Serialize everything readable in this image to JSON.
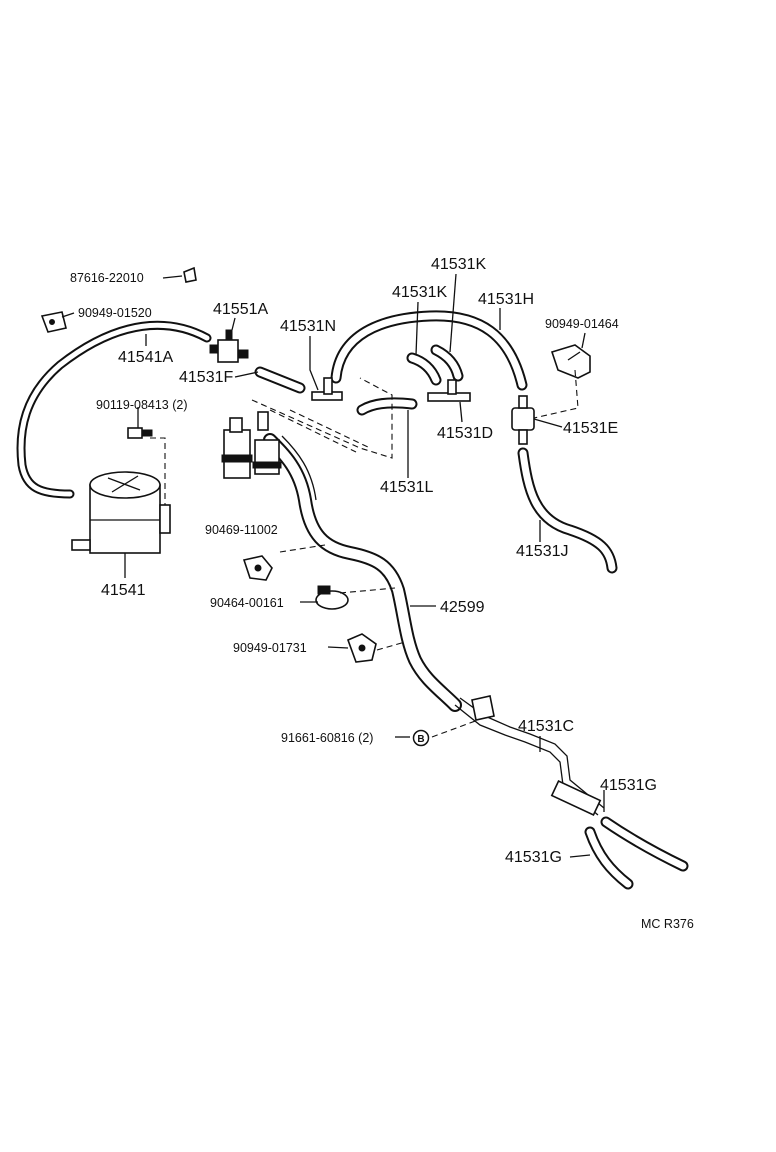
{
  "diagram": {
    "labels": {
      "p87616_22010": "87616-22010",
      "p90949_01520": "90949-01520",
      "p41541A": "41541A",
      "p41551A": "41551A",
      "p41531N": "41531N",
      "p41531F": "41531F",
      "p41531K_top": "41531K",
      "p41531K_mid": "41531K",
      "p41531H": "41531H",
      "p90949_01464": "90949-01464",
      "p90119_08413": "90119-08413 (2)",
      "p41531E": "41531E",
      "p41531D": "41531D",
      "p41531L": "41531L",
      "p41541": "41541",
      "p90469_11002": "90469-11002",
      "p41531J": "41531J",
      "p90464_00161": "90464-00161",
      "p42599": "42599",
      "p90949_01731": "90949-01731",
      "p91661_60816": "91661-60816 (2)",
      "p41531C": "41531C",
      "p41531G_right": "41531G",
      "p41531G_left": "41531G",
      "circle_B": "B",
      "ref_code": "MC R376"
    }
  }
}
